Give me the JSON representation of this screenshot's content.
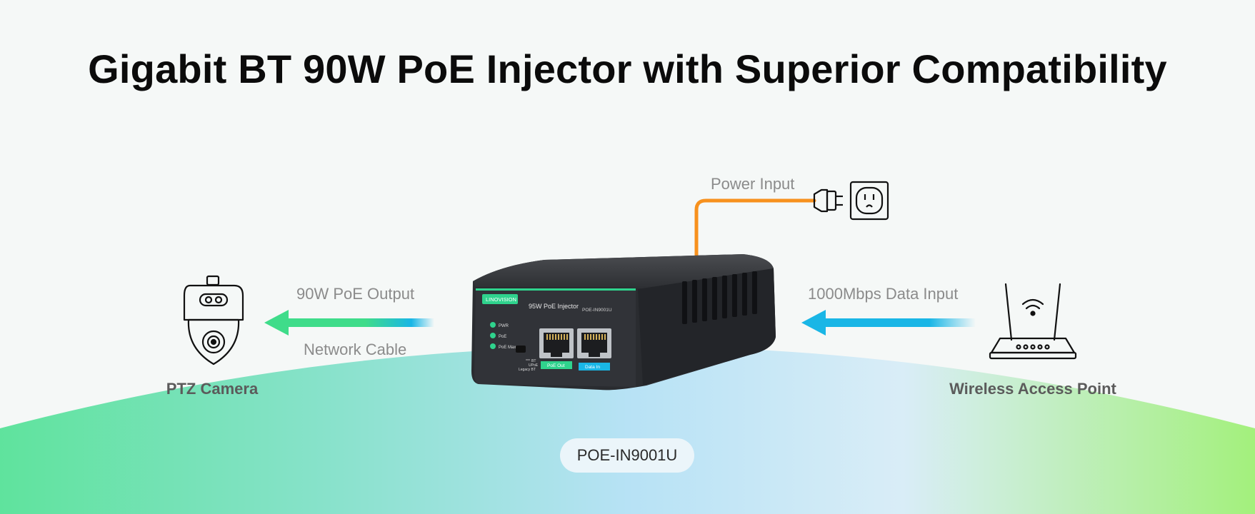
{
  "title": "Gigabit BT 90W PoE Injector with Superior Compatibility",
  "labels": {
    "power_input": "Power Input",
    "poe_output": "90W PoE Output",
    "network_cable": "Network Cable",
    "data_input": "1000Mbps Data Input"
  },
  "devices": {
    "left": "PTZ Camera",
    "right": "Wireless Access Point"
  },
  "model": "POE-IN9001U",
  "injector": {
    "brand": "LINOVISION",
    "name": "95W PoE Injector",
    "model": "POE-IN9001U",
    "leds": [
      "PWR",
      "PoE",
      "PoE Max"
    ],
    "switch_modes": [
      "BT",
      "UPoE",
      "Legacy BT"
    ],
    "port_left": "PoE Out",
    "port_right": "Data In"
  },
  "colors": {
    "green": "#3fdc8a",
    "blue": "#19b6e6",
    "orange": "#f7911e",
    "lime": "#a6f27a"
  },
  "icons": [
    "ptz-camera-icon",
    "router-icon",
    "power-plug-icon",
    "wall-outlet-icon"
  ]
}
